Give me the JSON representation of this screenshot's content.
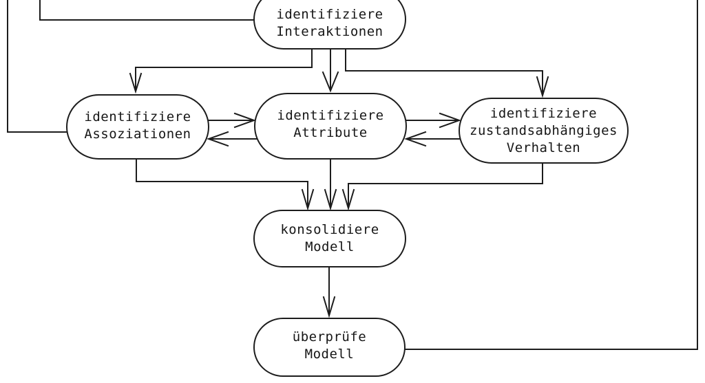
{
  "page": {
    "background_color": "#ffffff",
    "line_color": "#1c1c1c",
    "text_color": "#161616"
  },
  "diagram": {
    "nodes": {
      "interaktionen": {
        "label": "identifiziere\nInteraktionen"
      },
      "assoziationen": {
        "label": "identifiziere\nAssoziationen"
      },
      "attribute": {
        "label": "identifiziere\nAttribute"
      },
      "verhalten": {
        "label": "identifiziere\nzustandsabhängiges\nVerhalten"
      },
      "konsolidiere": {
        "label": "konsolidiere\nModell"
      },
      "ueberpruefe": {
        "label": "überprüfe\nModell"
      }
    },
    "edges": [
      "identifiziere Interaktionen -> identifiziere Assoziationen",
      "identifiziere Interaktionen -> identifiziere Attribute",
      "identifiziere Interaktionen -> identifiziere zustandsabhängiges Verhalten",
      "identifiziere Assoziationen -> identifiziere Attribute",
      "identifiziere Attribute -> identifiziere Assoziationen",
      "identifiziere Attribute -> identifiziere zustandsabhängiges Verhalten",
      "identifiziere zustandsabhängiges Verhalten -> identifiziere Attribute",
      "identifiziere Assoziationen -> konsolidiere Modell",
      "identifiziere Attribute -> konsolidiere Modell",
      "identifiziere zustandsabhängiges Verhalten -> konsolidiere Modell",
      "konsolidiere Modell -> überprüfe Modell",
      "überprüfe Modell -> Rückkopplung über rechten Rand nach oben",
      "Rückkopplung linker Rand -> identifiziere Interaktionen",
      "Rückkopplung linker Rand -> identifiziere Assoziationen"
    ]
  }
}
